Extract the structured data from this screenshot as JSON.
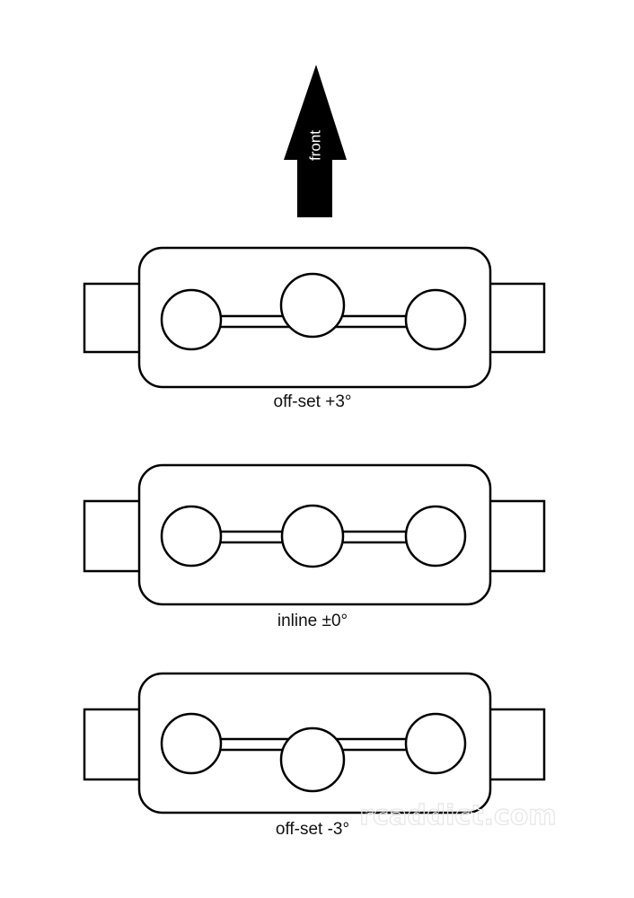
{
  "arrow": {
    "label": "front"
  },
  "crank_layouts": [
    {
      "label": "off-set +3°",
      "center_offset": "up"
    },
    {
      "label": "inline ±0°",
      "center_offset": "none"
    },
    {
      "label": "off-set -3°",
      "center_offset": "down"
    }
  ],
  "watermark": "rcaddict.com",
  "colors": {
    "stroke": "#000000",
    "arrow_fill": "#000000",
    "background": "#ffffff"
  }
}
